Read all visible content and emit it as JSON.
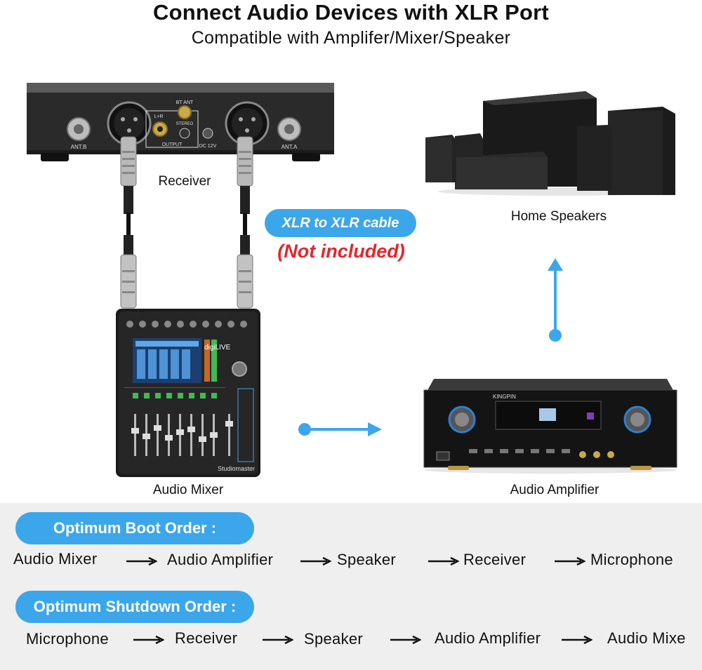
{
  "header": {
    "title": "Connect Audio Devices with XLR Port",
    "subtitle": "Compatible with Amplifer/Mixer/Speaker"
  },
  "devices": {
    "receiver": {
      "label": "Receiver",
      "ant_b": "ANT.B",
      "ant_a": "ANT.A",
      "bt_ant": "BT ANT",
      "lr": "L+R",
      "stereo": "STEREO",
      "output": "OUTPUT",
      "dc": "DC 12V"
    },
    "speakers": {
      "label": "Home Speakers"
    },
    "mixer": {
      "label": "Audio Mixer",
      "brand": "digiLIVE",
      "maker": "Studiomaster"
    },
    "amplifier": {
      "label": "Audio Amplifier",
      "brand": "KINGPIN"
    }
  },
  "cable_note": {
    "badge": "XLR to XLR cable",
    "warning": "(Not included)"
  },
  "boot_order": {
    "title": "Optimum Boot Order :",
    "steps": [
      "Audio Mixer",
      "Audio Amplifier",
      "Speaker",
      "Receiver",
      "Microphone"
    ]
  },
  "shutdown_order": {
    "title": "Optimum Shutdown Order :",
    "steps": [
      "Microphone",
      "Receiver",
      "Speaker",
      "Audio Amplifier",
      "Audio Mixe"
    ]
  },
  "colors": {
    "accent": "#3ca6ea",
    "warning": "#e8242a",
    "panel": "#efefef"
  }
}
